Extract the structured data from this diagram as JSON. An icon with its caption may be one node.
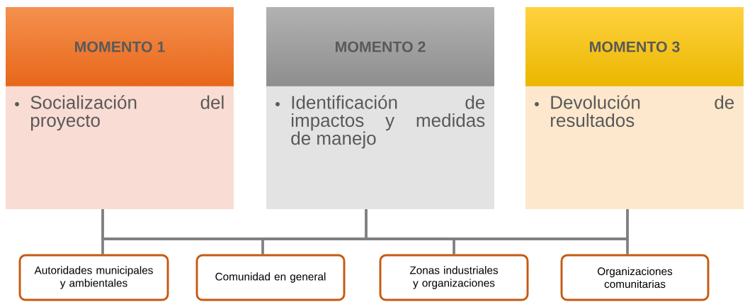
{
  "diagram": {
    "nodes": [
      {
        "text": [
          "MOMENTO 1",
          "Socialización del proyecto"
        ]
      },
      {
        "text": [
          "MOMENTO 2",
          "Identificación de impactos y medidas de manejo"
        ]
      },
      {
        "text": [
          "MOMENTO 3",
          "Devolución de resultados"
        ]
      },
      {
        "text": [
          "Autoridades municipales y ambientales"
        ]
      },
      {
        "text": [
          "Comunidad en general"
        ]
      },
      {
        "text": [
          "Zonas industriales y organizaciones"
        ]
      },
      {
        "text": [
          "Organizaciones comunitarias"
        ]
      }
    ],
    "edges": [
      {
        "from": 0,
        "to": 3,
        "arrow": "none"
      },
      {
        "from": 0,
        "to": 4,
        "arrow": "none"
      },
      {
        "from": 0,
        "to": 5,
        "arrow": "none"
      },
      {
        "from": 0,
        "to": 6,
        "arrow": "none"
      },
      {
        "from": 1,
        "to": 3,
        "arrow": "none"
      },
      {
        "from": 1,
        "to": 4,
        "arrow": "none"
      },
      {
        "from": 1,
        "to": 5,
        "arrow": "none"
      },
      {
        "from": 1,
        "to": 6,
        "arrow": "none"
      },
      {
        "from": 2,
        "to": 3,
        "arrow": "none"
      },
      {
        "from": 2,
        "to": 4,
        "arrow": "none"
      },
      {
        "from": 2,
        "to": 5,
        "arrow": "none"
      },
      {
        "from": 2,
        "to": 6,
        "arrow": "none"
      }
    ]
  }
}
